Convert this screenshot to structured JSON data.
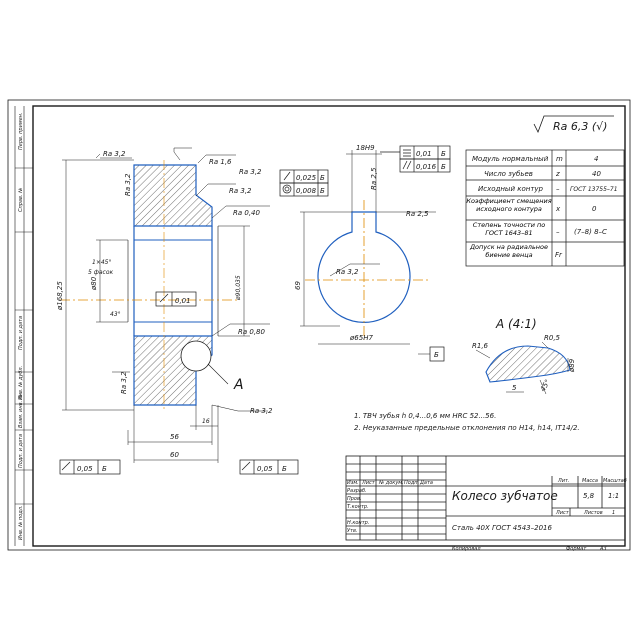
{
  "colors": {
    "line": "#1a1a1a",
    "contour": "#1f5fbf",
    "axis": "#e08a00",
    "hatch": "#333333"
  },
  "sheet_title_roughness": "Ra 6,3 (√)",
  "left_strip": [
    "Перв. примен.",
    "Справ. №",
    "Подп. и дата",
    "Инв. № дубл.",
    "Взам. инв. №",
    "Подп. и дата",
    "Инв. № подл."
  ],
  "roughness": {
    "r1": "Ra 3,2",
    "r2": "Ra 1,6",
    "r3": "Ra 3,2",
    "r4": "Ra 3,2",
    "r5": "Ra 3,2",
    "r6": "Ra 0,40",
    "r7": "Ra 0,80",
    "r8": "Ra 3,2",
    "r9": "Ra 3,2",
    "r10": "Ra 2,5",
    "r11": "Ra 3,2",
    "r12": "Ra 2,5"
  },
  "tolerances": {
    "runout1": {
      "value": "0,025",
      "base": "Б"
    },
    "runout2": {
      "value": "0,008",
      "base": "Б"
    },
    "cyl": {
      "value": "0,01"
    },
    "sym": {
      "value": "0,01",
      "base": "Б"
    },
    "par": {
      "value": "0,016",
      "base": "Б"
    },
    "bot1": {
      "value": "0,05",
      "base": "Б"
    },
    "bot2": {
      "value": "0,05",
      "base": "Б"
    }
  },
  "dims": {
    "d1": "ø168,25",
    "d2": "ø80",
    "d3": "ø90,035",
    "chamfer1": "1×45°",
    "chamfer2": "5 фасок",
    "angle": "43°",
    "w56": "56",
    "w60": "60",
    "w16": "16",
    "key_w": "18H9",
    "key_h": "69",
    "bore": "ø65H7",
    "datum": "Б",
    "view_a": "A"
  },
  "detail": {
    "title": "A (4:1)",
    "r1": "R1,6",
    "r2": "R0,5",
    "d": "ø89",
    "l5": "5",
    "ang": "45°"
  },
  "notes": [
    "1. ТВЧ зубья h 0,4...0,6 мм HRC 52...56.",
    "2. Неуказанные предельные отклонения по H14, h14, IT14/2."
  ],
  "params": [
    {
      "name": "Модуль нормальный",
      "sym": "m",
      "val": "4"
    },
    {
      "name": "Число зубьев",
      "sym": "z",
      "val": "40"
    },
    {
      "name": "Исходный контур",
      "sym": "–",
      "val": "ГОСТ 13755–71"
    },
    {
      "name": "Коэффициент смещения исходного контура",
      "sym": "x",
      "val": "0"
    },
    {
      "name": "Степень точности по ГОСТ 1643–81",
      "sym": "–",
      "val": "(7–8) 8–С"
    },
    {
      "name": "Допуск на радиальное биение венца",
      "sym": "Fr",
      "val": ""
    }
  ],
  "stamp": {
    "title": "Колесо зубчатое",
    "material": "Сталь 40Х ГОСТ 4543–2016",
    "lit": "Лит.",
    "mass": "Масса",
    "scale": "Масштаб",
    "mass_val": "5,8",
    "scale_val": "1:1",
    "sheet": "Лист",
    "sheets": "Листов",
    "sheets_val": "1",
    "rows": [
      "Изм.",
      "Лист",
      "№ докум.",
      "Подп.",
      "Дата"
    ],
    "people": [
      "Разраб.",
      "Пров.",
      "Т.контр.",
      "",
      "Н.контр.",
      "Утв."
    ],
    "copied": "Копировал",
    "format": "Формат",
    "format_val": "А3"
  }
}
